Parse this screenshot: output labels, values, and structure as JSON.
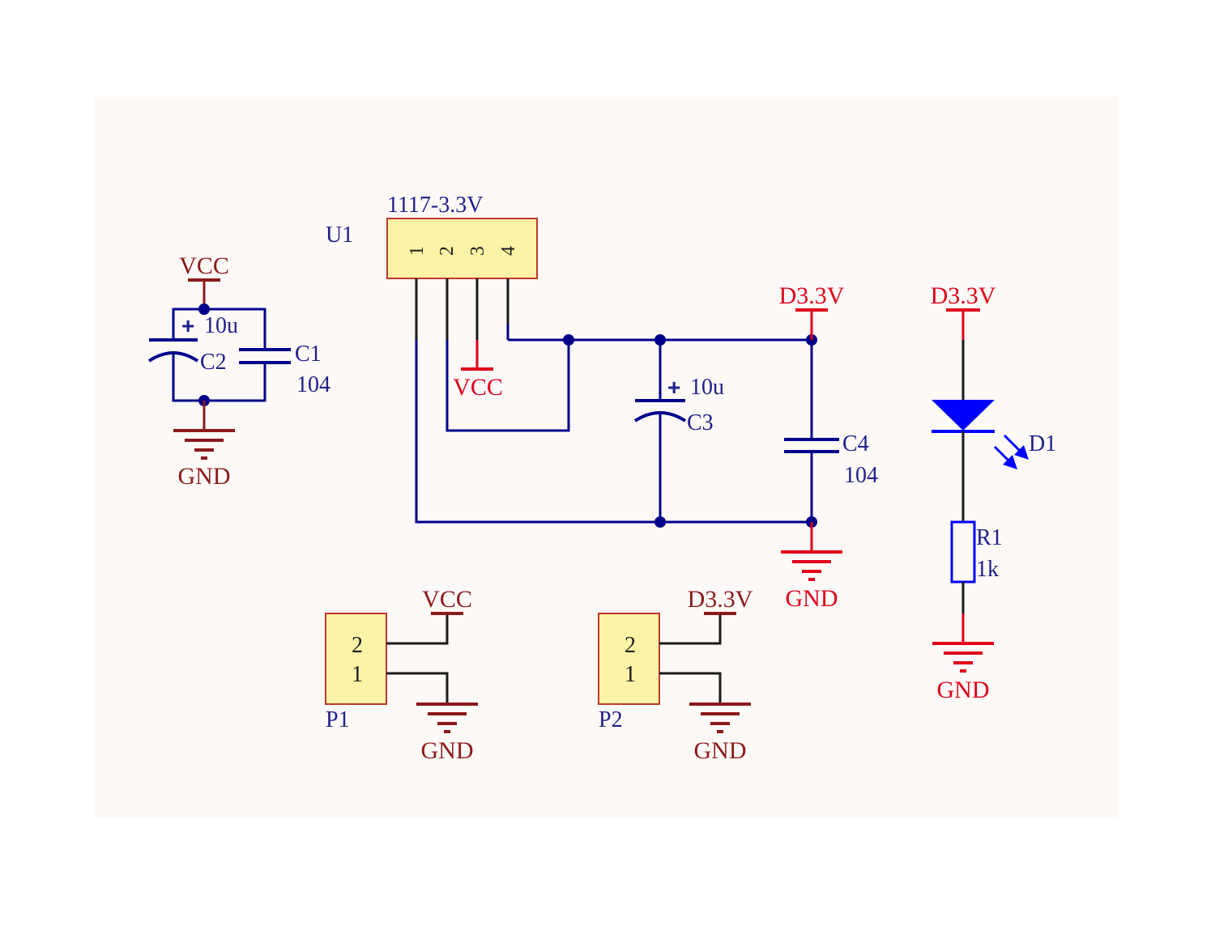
{
  "colors": {
    "background": "#ffffff",
    "sheet": "#fdf9f7",
    "wire": "#00008b",
    "wire_black": "#1a1a1a",
    "power_dark": "#8b1a1a",
    "power_red": "#e0001a",
    "label_blue": "#1f1f8c",
    "component_fill": "#fdf3a6",
    "component_border": "#c0392b",
    "junction": "#00008b",
    "led_fill": "#0000ff"
  },
  "input_filter": {
    "vcc_label": "VCC",
    "gnd_label": "GND",
    "c2_value": "10u",
    "c2_designator": "C2",
    "c1_designator": "C1",
    "c1_value": "104"
  },
  "regulator": {
    "part": "1117-3.3V",
    "designator": "U1",
    "pins": [
      "1",
      "2",
      "3",
      "4"
    ],
    "vcc_label": "VCC"
  },
  "output_filter": {
    "rail_label": "D3.3V",
    "c3_value": "10u",
    "c3_designator": "C3",
    "c4_designator": "C4",
    "c4_value": "104",
    "gnd_label": "GND"
  },
  "led_circuit": {
    "rail_label": "D3.3V",
    "d1_designator": "D1",
    "r1_designator": "R1",
    "r1_value": "1k",
    "gnd_label": "GND"
  },
  "connector_p1": {
    "designator": "P1",
    "pins": [
      "2",
      "1"
    ],
    "vcc_label": "VCC",
    "gnd_label": "GND"
  },
  "connector_p2": {
    "designator": "P2",
    "pins": [
      "2",
      "1"
    ],
    "rail_label": "D3.3V",
    "gnd_label": "GND"
  }
}
